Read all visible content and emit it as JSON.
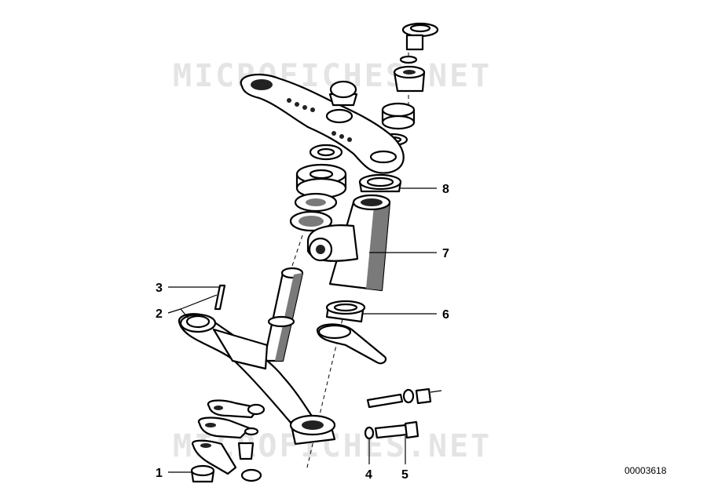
{
  "watermark": {
    "text": "MICROFICHES.NET"
  },
  "diagram_id": "00003618",
  "callouts": [
    {
      "id": "1",
      "label": "1"
    },
    {
      "id": "2",
      "label": "2"
    },
    {
      "id": "3",
      "label": "3"
    },
    {
      "id": "4",
      "label": "4"
    },
    {
      "id": "5",
      "label": "5"
    },
    {
      "id": "6",
      "label": "6"
    },
    {
      "id": "7",
      "label": "7"
    },
    {
      "id": "8",
      "label": "8"
    }
  ]
}
